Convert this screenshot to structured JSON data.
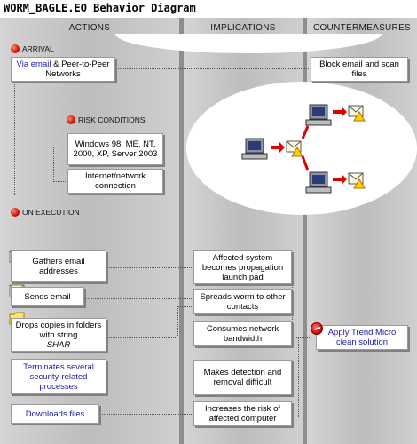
{
  "title": "WORM_BAGLE.EO Behavior Diagram",
  "columns": {
    "actions": "ACTIONS",
    "implications": "IMPLICATIONS",
    "countermeasures": "COUNTERMEASURES"
  },
  "sections": {
    "arrival": "ARRIVAL",
    "risk": "RISK CONDITIONS",
    "execution": "ON EXECUTION"
  },
  "arrival": {
    "via_email": "Via email",
    "rest": " & Peer-to-Peer Networks",
    "counter": "Block email and scan files"
  },
  "risk": {
    "os": "Windows 98, ME, NT, 2000, XP, Server 2003",
    "internet": "Internet/network connection"
  },
  "execution": {
    "gathers": "Gathers email addresses",
    "sends": "Sends email",
    "drops_line": "Drops copies in folders with string",
    "drops_string": "SHAR",
    "terminates": "Terminates several security-related processes",
    "downloads": "Downloads files"
  },
  "implications": {
    "affected": "Affected system becomes propagation launch pad",
    "spreads": "Spreads worm to other contacts",
    "consumes": "Consumes network bandwidth",
    "makes": "Makes detection and removal difficult",
    "increases": "Increases the risk of affected computer"
  },
  "counter": {
    "trend": "Apply Trend Micro clean solution"
  },
  "colors": {
    "link_blue": "#1a1aa8",
    "dot_red": "#cc1100",
    "arrow_red": "#e00000"
  }
}
